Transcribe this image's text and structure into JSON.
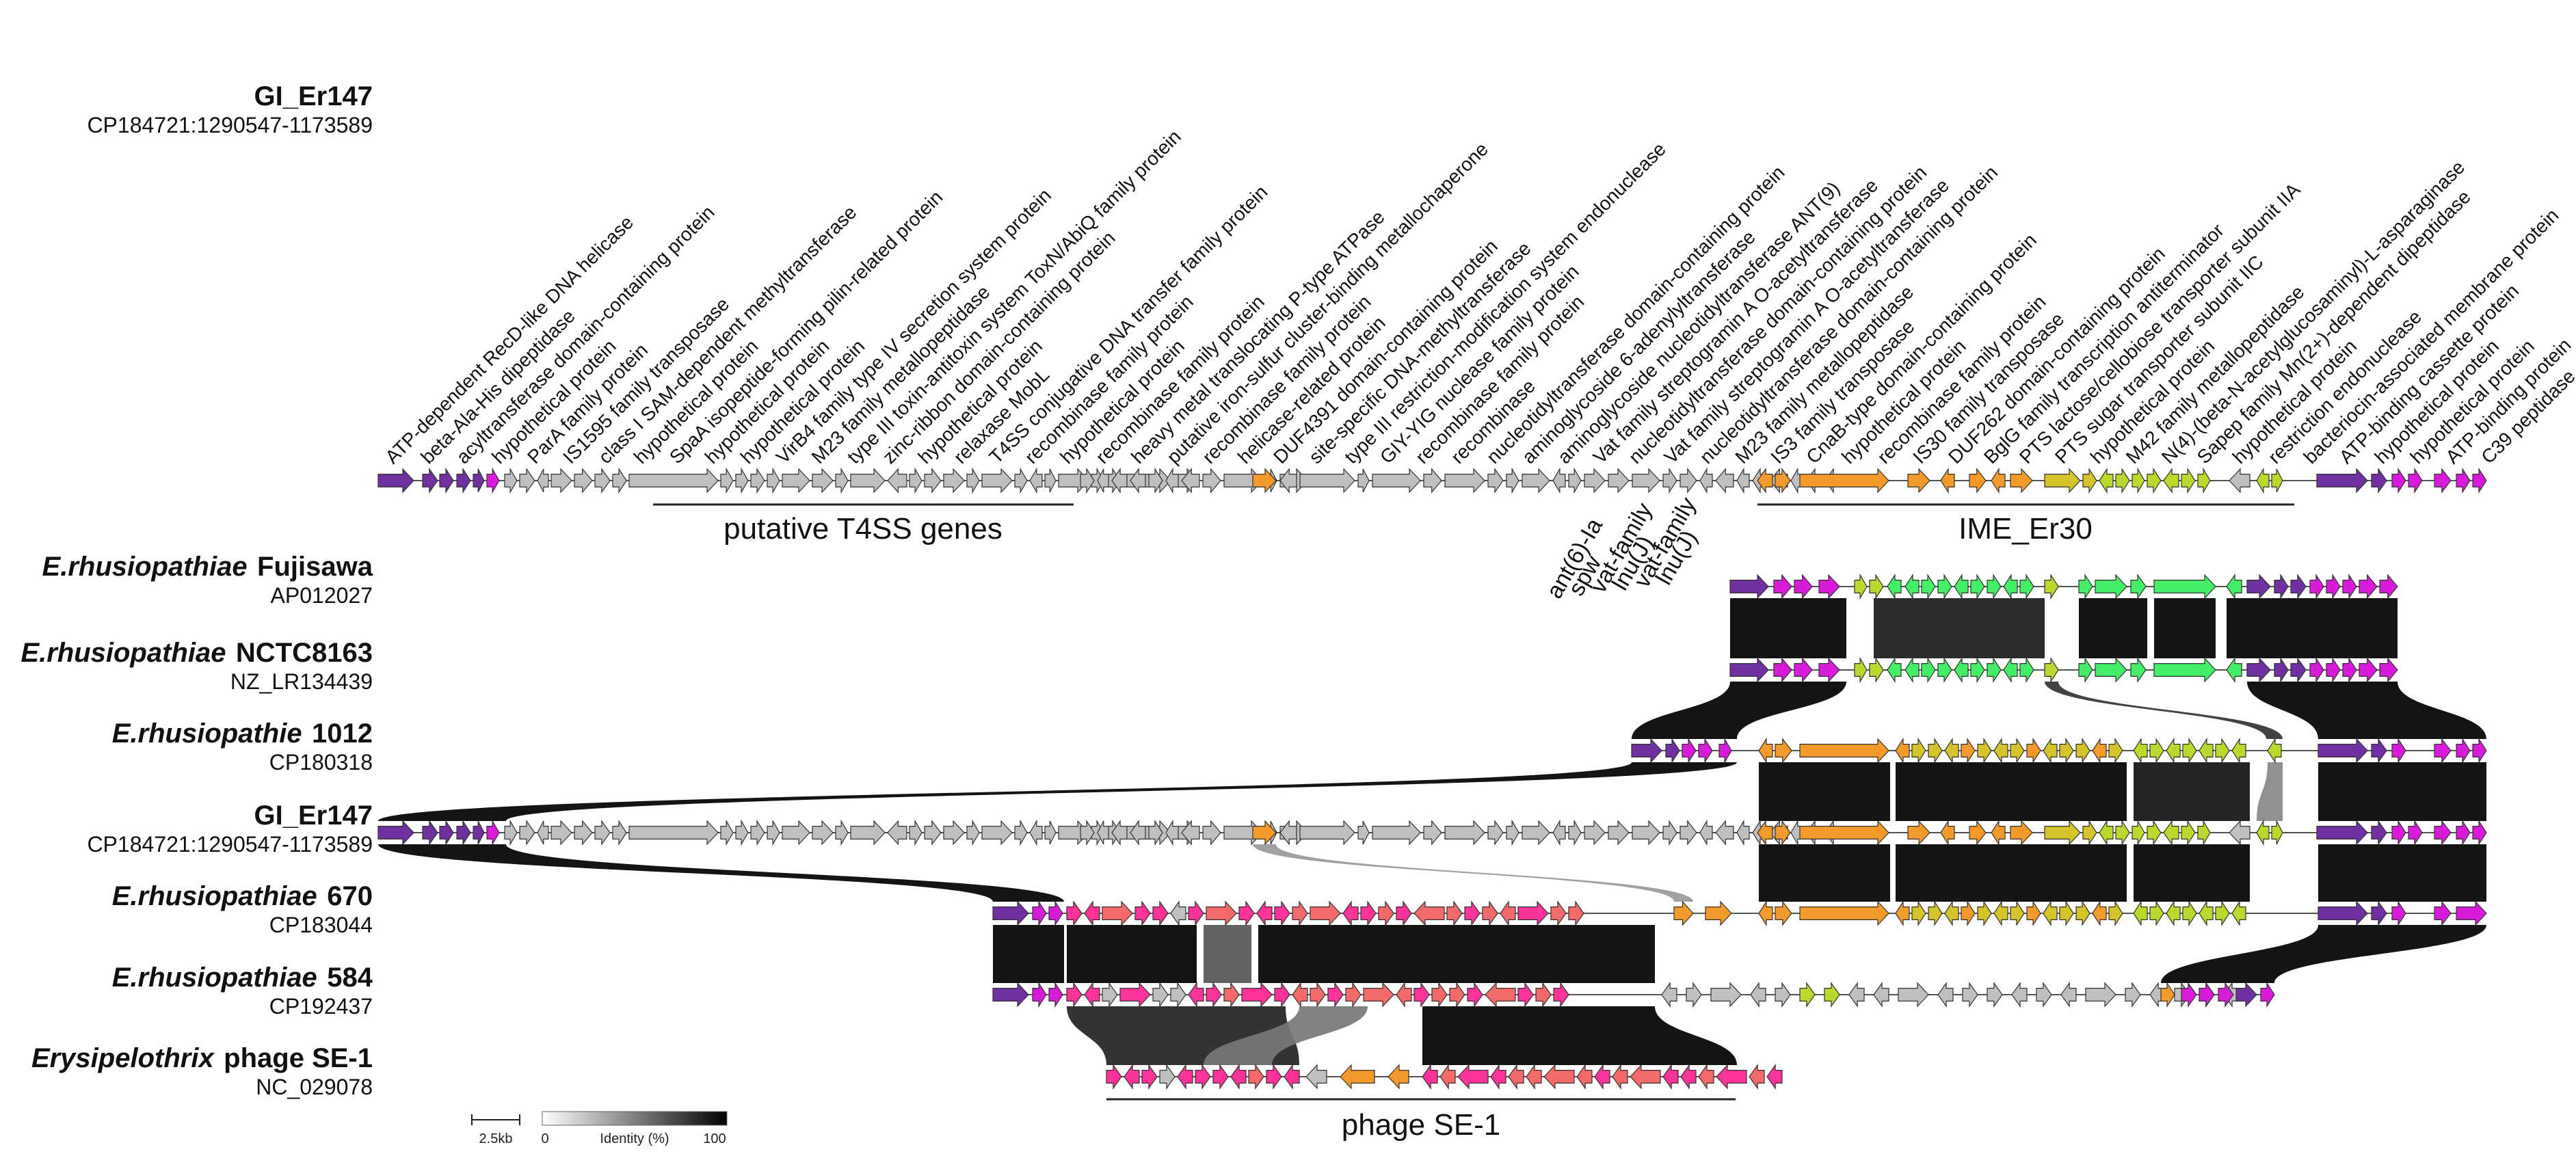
{
  "colors": {
    "purple": "#7030a0",
    "magenta": "#d81bd8",
    "grey": "#bfbfbf",
    "orange": "#f39a2a",
    "green": "#44ee66",
    "lime": "#b9d92e",
    "olive": "#d4c32a",
    "pink": "#ff3399",
    "salmon": "#f46a6a",
    "link": "#000000"
  },
  "tracks": [
    {
      "key": "top",
      "name": "GI_Er147",
      "species": "",
      "accession": "CP184721:1290547-1173589"
    },
    {
      "key": "fuj",
      "name": "E.rhusiopathiae",
      "strain": "Fujisawa",
      "accession": "AP012027"
    },
    {
      "key": "nctc",
      "name": "E.rhusiopathiae",
      "strain": "NCTC8163",
      "accession": "NZ_LR134439"
    },
    {
      "key": "t1012",
      "name": "E.rhusiopathie",
      "strain": "1012",
      "accession": "CP180318"
    },
    {
      "key": "gi",
      "name": "GI_Er147",
      "strain": "",
      "accession": "CP184721:1290547-1173589"
    },
    {
      "key": "t670",
      "name": "E.rhusiopathiae",
      "strain": "670",
      "accession": "CP183044"
    },
    {
      "key": "t584",
      "name": "E.rhusiopathiae",
      "strain": "584",
      "accession": "CP192437"
    },
    {
      "key": "phage",
      "name": "Erysipelothrix",
      "strain": "phage SE-1",
      "accession": "NC_029078"
    }
  ],
  "gene_labels_top": [
    "ATP-dependent RecD-like DNA helicase",
    "beta-Ala-His dipeptidase",
    "acyltransferase domain-containing protein",
    "hypothetical protein",
    "ParA family protein",
    "IS1595 family transposase",
    "class I SAM-dependent methyltransferase",
    "hypothetical protein",
    "SpaA isopeptide-forming pilin-related protein",
    "hypothetical protein",
    "hypothetical protein",
    "VirB4 family type IV secretion system protein",
    "M23 family metallopeptidase",
    "type III toxin-antitoxin system ToxN/AbiQ family protein",
    "zinc-ribbon domain-containing protein",
    "hypothetical protein",
    "relaxase MobL",
    "T4SS conjugative DNA transfer family protein",
    "recombinase family protein",
    "hypothetical protein",
    "recombinase family protein",
    "heavy metal translocating P-type ATPase",
    "putative iron-sulfur cluster-binding metallochaperone",
    "recombinase family protein",
    "helicase-related protein",
    "DUF4391 domain-containing protein",
    "site-specific DNA-methyltransferase",
    "type III restriction-modification system endonuclease",
    "GIY-YIG nuclease family protein",
    "recombinase family protein",
    "recombinase",
    "nucleotidyltransferase domain-containing protein",
    "aminoglycoside 6-adenylyltransferase",
    "aminoglycoside nucleotidyltransferase ANT(9)",
    "Vat family streptogramin A O-acetyltransferase",
    "nucleotidyltransferase domain-containing protein",
    "Vat family streptogramin A O-acetyltransferase",
    "nucleotidyltransferase domain-containing protein",
    "M23 family metallopeptidase",
    "IS3 family transposase",
    "CnaB-type domain-containing protein",
    "hypothetical protein",
    "recombinase family protein",
    "IS30 family transposase",
    "DUF262 domain-containing protein",
    "BglG family transcription antiterminator",
    "PTS lactose/cellobiose transporter subunit IIA",
    "PTS sugar transporter subunit IIC",
    "hypothetical protein",
    "M42 family metallopeptidase",
    "N(4)-(beta-N-acetylglucosaminyl)-L-asparaginase",
    "Sapep family Mn(2+)-dependent dipeptidase",
    "hypothetical protein",
    "restriction endonuclease",
    "bacteriocin-associated membrane protein",
    "ATP-binding cassette protein",
    "hypothetical protein",
    "hypothetical protein",
    "ATP-binding protein",
    "C39 peptidase"
  ],
  "resistance_labels": [
    "ant(6)-Ia",
    "spw",
    "vat-family",
    "lnu(J)",
    "vat-family",
    "lnu(J)"
  ],
  "groups": {
    "t4ss": "putative T4SS genes",
    "ime": "IME_Er30",
    "phage": "phage SE-1"
  },
  "scale": {
    "bar_label": "2.5kb",
    "identity_label": "Identity (%)",
    "min": "0",
    "max": "100"
  }
}
